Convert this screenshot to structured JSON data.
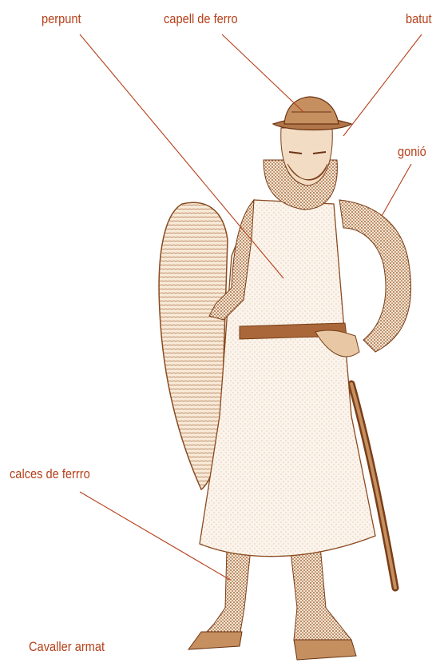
{
  "labels": {
    "perpunt": "perpunt",
    "capell": "capell de ferro",
    "batut": "batut",
    "gonio": "gonió",
    "calces": "calces de ferrro",
    "caption": "Cavaller armat"
  },
  "colors": {
    "label_text": "#b5401a",
    "ink": "#8a4a1f",
    "ink_light": "#c58f5f",
    "background": "#ffffff"
  }
}
